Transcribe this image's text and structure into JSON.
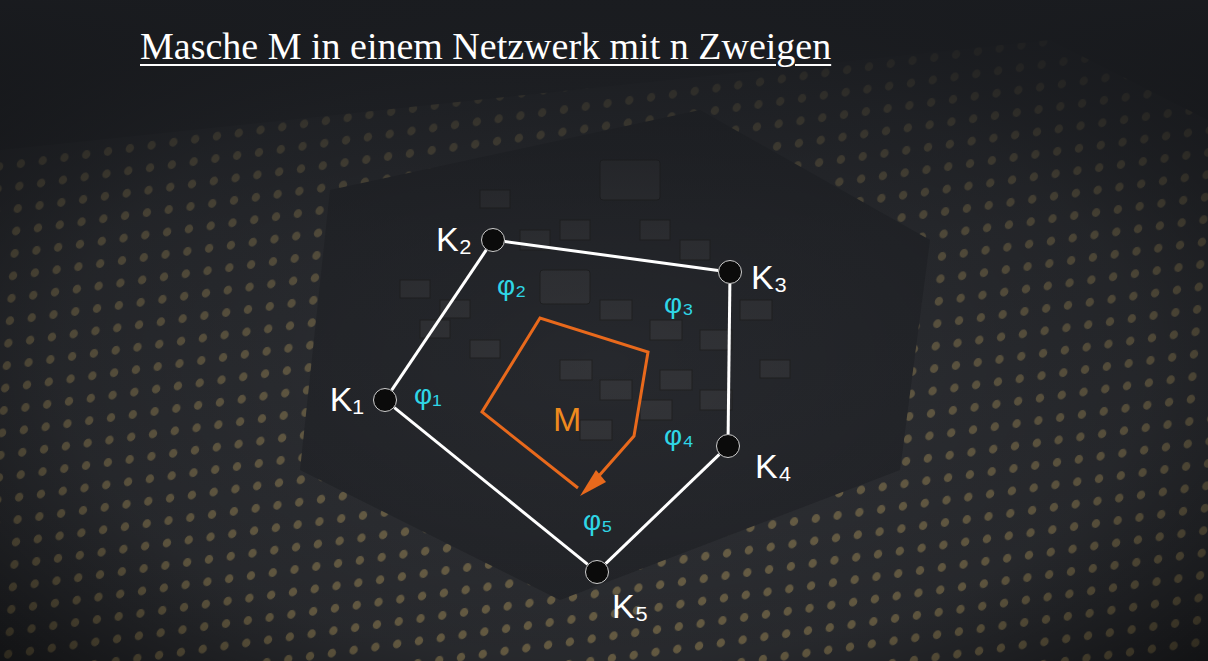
{
  "diagram": {
    "title": "Masche M in einem Netzwerk mit n Zweigen",
    "nodes": [
      {
        "text": [
          "K₁"
        ]
      },
      {
        "text": [
          "K₂"
        ]
      },
      {
        "text": [
          "K₃"
        ]
      },
      {
        "text": [
          "K₄"
        ]
      },
      {
        "text": [
          "K₅"
        ]
      }
    ],
    "edges": [
      {
        "from": 0,
        "to": 1,
        "arrow": "none"
      },
      {
        "from": 1,
        "to": 2,
        "arrow": "none"
      },
      {
        "from": 2,
        "to": 3,
        "arrow": "none"
      },
      {
        "from": 3,
        "to": 4,
        "arrow": "none"
      },
      {
        "from": 4,
        "to": 0,
        "arrow": "none"
      }
    ],
    "labels": [
      "φ₁",
      "φ₂",
      "φ₃",
      "φ₄",
      "φ₅",
      "M"
    ]
  }
}
